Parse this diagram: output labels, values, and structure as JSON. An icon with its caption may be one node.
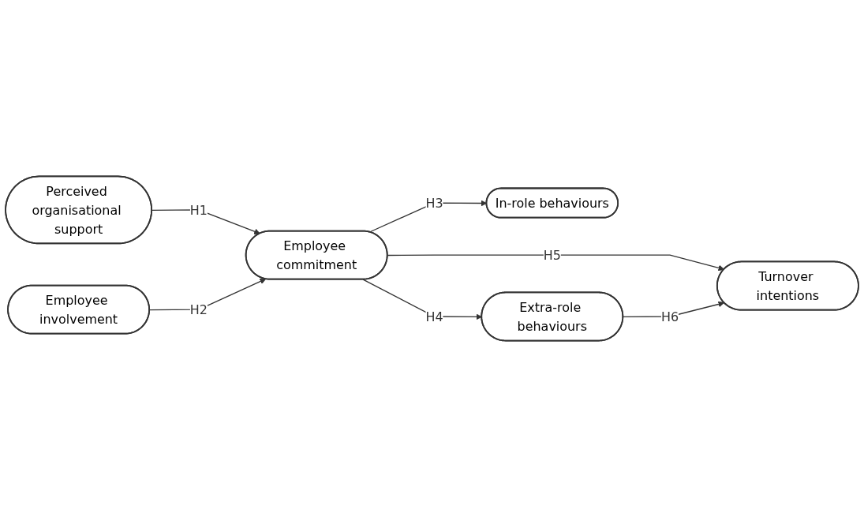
{
  "diagram": {
    "nodes": [
      {
        "text": [
          "Perceived organisational support"
        ]
      },
      {
        "text": [
          "Employee involvement"
        ]
      },
      {
        "text": [
          "Employee commitment"
        ]
      },
      {
        "text": [
          "In-role behaviours"
        ]
      },
      {
        "text": [
          "Extra-role behaviours"
        ]
      },
      {
        "text": [
          "Turnover intentions"
        ]
      }
    ],
    "edges": [
      {
        "from": 0,
        "to": 2,
        "arrow": "to",
        "label": "H1"
      },
      {
        "from": 1,
        "to": 2,
        "arrow": "to",
        "label": "H2"
      },
      {
        "from": 2,
        "to": 3,
        "arrow": "to",
        "label": "H3"
      },
      {
        "from": 2,
        "to": 4,
        "arrow": "to",
        "label": "H4"
      },
      {
        "from": 2,
        "to": 5,
        "arrow": "to",
        "label": "H5"
      },
      {
        "from": 4,
        "to": 5,
        "arrow": "to",
        "label": "H6"
      }
    ]
  }
}
